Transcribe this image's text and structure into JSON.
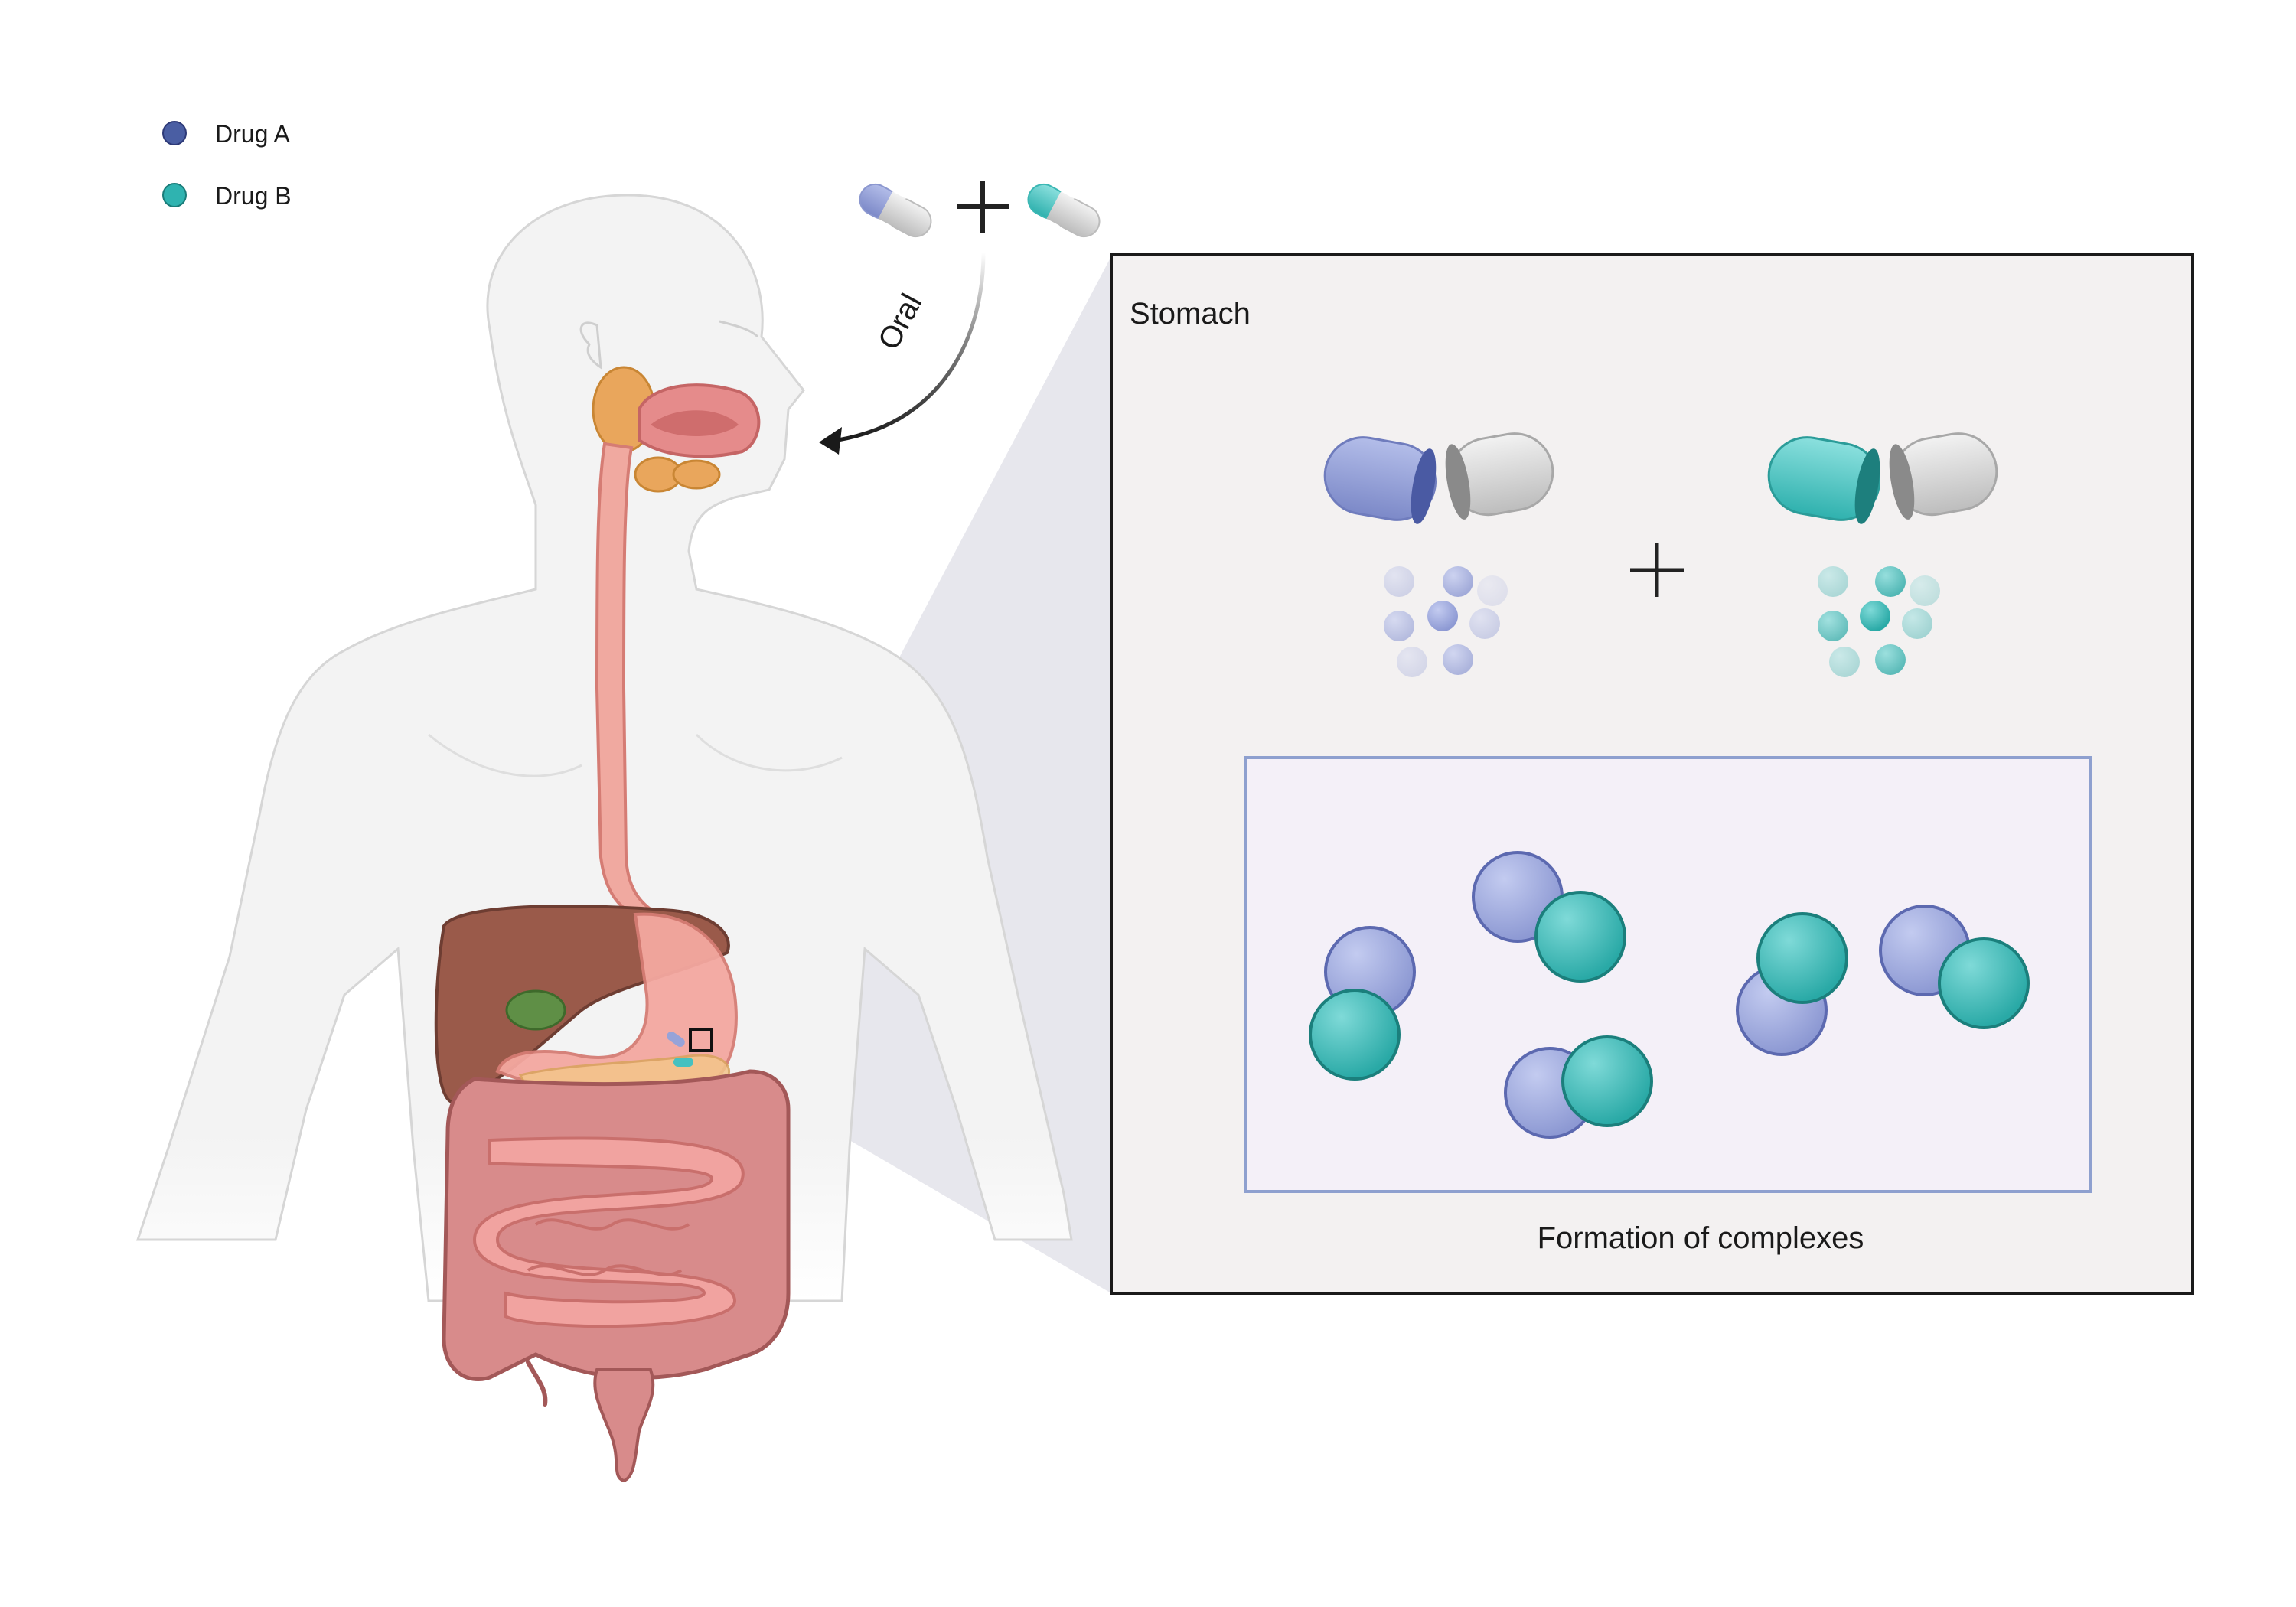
{
  "legend": {
    "items": [
      {
        "label": "Drug A",
        "color": "#4a5ea3",
        "icon": "drug-a-dot-icon"
      },
      {
        "label": "Drug B",
        "color": "#2fb3b0",
        "icon": "drug-b-dot-icon"
      }
    ]
  },
  "route_label": "Oral",
  "stomach_panel": {
    "title": "Stomach",
    "complex_caption": "Formation of complexes"
  },
  "colors": {
    "drug_a": "#97a3d8",
    "drug_a_dark": "#4d5aa3",
    "drug_b": "#45c1c0",
    "drug_b_dark": "#1b7f7c",
    "capsule_white": "#d9d9d9",
    "panel_bg": "#f3f1f1",
    "complex_bg": "#f4f0f8",
    "complex_border": "#8ea0cf"
  }
}
